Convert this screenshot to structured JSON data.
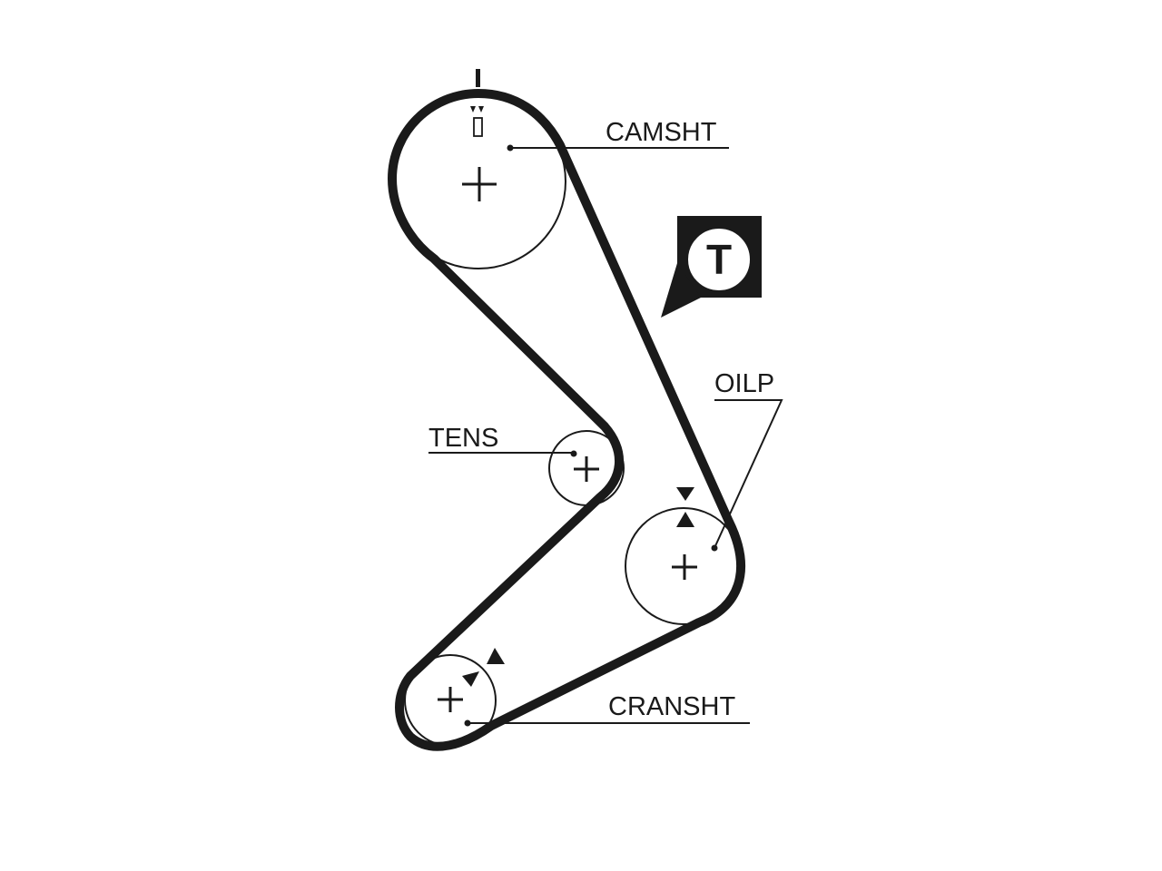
{
  "labels": {
    "camshaft": "CAMSHT",
    "tensioner": "TENS",
    "oil_pump": "OILP",
    "crankshaft": "CRANSHT"
  },
  "badge": {
    "letter": "T"
  },
  "colors": {
    "ink": "#1a1a1a",
    "background": "#ffffff"
  }
}
